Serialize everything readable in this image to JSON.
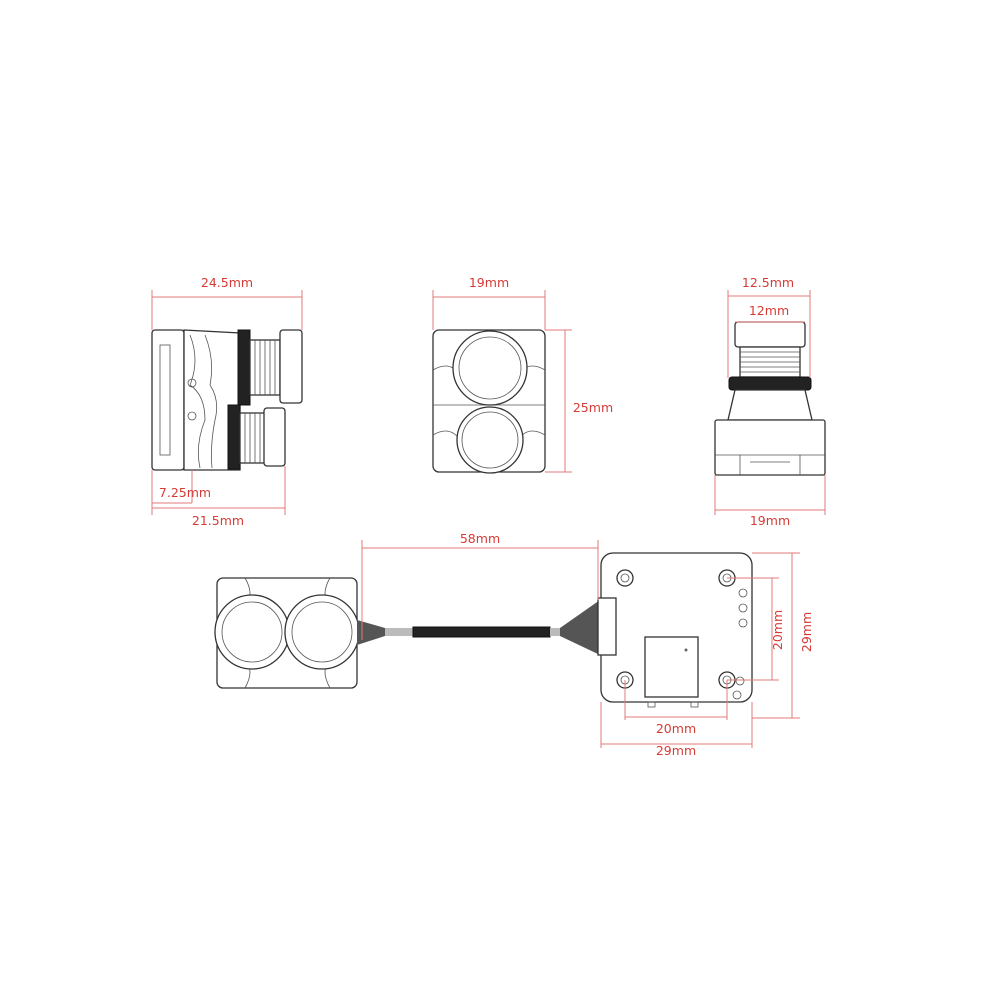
{
  "diagram": {
    "side_view": {
      "overall_length": "24.5mm",
      "body_depth": "7.25mm",
      "lower_lens_length": "21.5mm"
    },
    "front_view": {
      "width": "19mm",
      "height": "25mm"
    },
    "top_view": {
      "lens_ring_width": "12.5mm",
      "lens_width": "12mm",
      "body_width": "19mm"
    },
    "assembly_view": {
      "cable_length": "58mm",
      "board_hole_spacing_vertical": "20mm",
      "board_height": "29mm",
      "board_hole_spacing_horizontal": "20mm",
      "board_width": "29mm"
    },
    "colors": {
      "dimension": "#d63b36",
      "outline": "#333333"
    }
  }
}
